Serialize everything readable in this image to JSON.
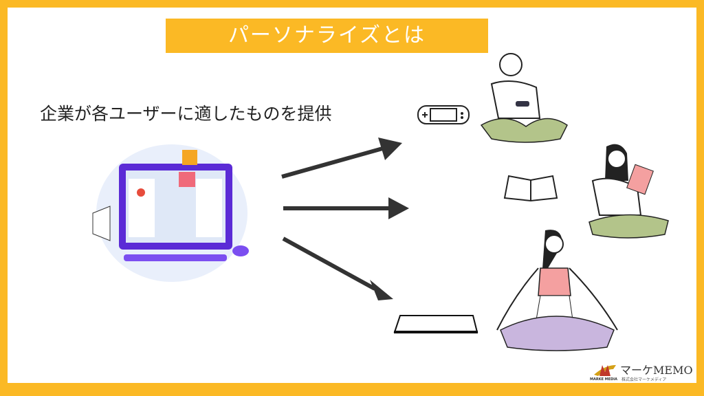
{
  "title": "パーソナライズとは",
  "subtitle": "企業が各ユーザーに適したものを提供",
  "logo": {
    "main": "マーケMEMO",
    "sub": "株式会社マーケメディア",
    "mark": "MARKE MEDIA"
  },
  "colors": {
    "accent": "#fbb925",
    "arrow": "#333333",
    "monitor": "#5b2bd6"
  }
}
